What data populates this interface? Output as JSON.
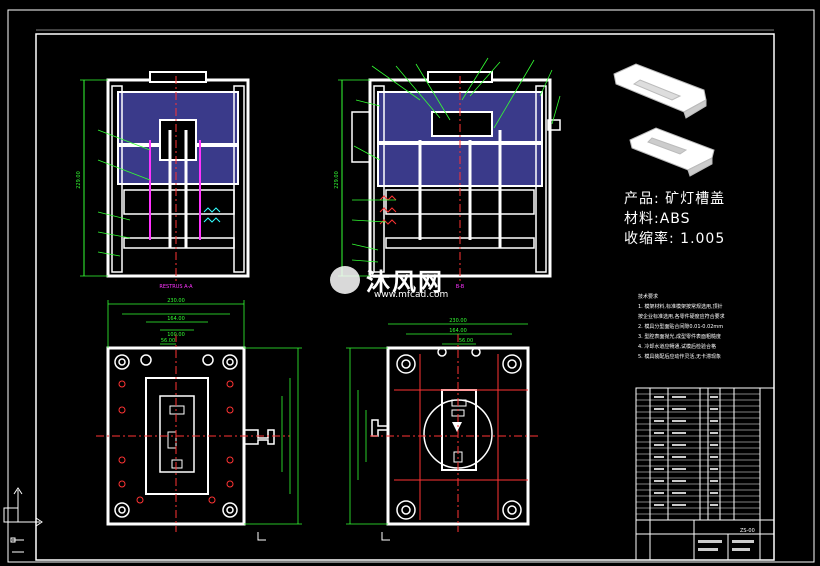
{
  "spec": {
    "product": "产品: 矿灯槽盖",
    "material": "材料:ABS",
    "shrinkage": "收缩率: 1.005"
  },
  "section_labels": {
    "left": "RESTRUS A-A",
    "right": "B-B"
  },
  "dims": {
    "left_width": "230.00",
    "left_height": "229.00",
    "right_width": "230.00",
    "right_height": "229.00",
    "d164": "164.00",
    "d100": "100.00",
    "d56": "56.00"
  },
  "tech_notes": {
    "title": "技术要求",
    "lines": [
      "1. 模架材料,标准模架按常规选用,顶针",
      "按企业标准选用,各零件硬度应符合要求",
      "2. 模具分型面贴合间隙0.01-0.02mm",
      "3. 型腔表面抛光,成型零件表面粗糙度",
      "4. 冷却水道应畅通,试模后检验合格",
      "5. 模具装配后应动作灵活,无卡滞现象"
    ]
  },
  "title_block": {
    "drawing_no": "ZS-00"
  },
  "watermark": {
    "brand": "沐风网",
    "url": "www.mfcad.com"
  },
  "colors": {
    "outline": "#ffffff",
    "dim": "#33ff33",
    "center": "#ff3333",
    "hatch": "#3a3a8a",
    "leader": "#33ff33",
    "magenta": "#ff33ff",
    "cyan": "#33ffff",
    "yellow": "#ffff33"
  }
}
